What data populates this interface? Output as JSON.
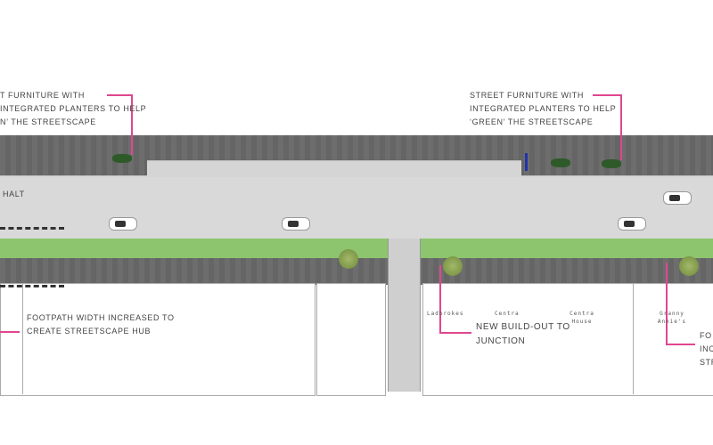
{
  "annotations": {
    "left_furniture": [
      "t Furniture with",
      "integrated planters to help",
      "n’ the streetscape"
    ],
    "right_furniture": [
      "Street Furniture with",
      "integrated planters to help",
      "‘green’ the streetscape"
    ],
    "halt": "Halt",
    "footpath_left": [
      "Footpath width increased to",
      "create streetscape hub"
    ],
    "build_out": [
      "New build-out to",
      "junction"
    ],
    "footpath_right": [
      "Fo",
      "inc",
      "str"
    ]
  },
  "shops": [
    {
      "name": "Ladbrokes"
    },
    {
      "name": "Centra"
    },
    {
      "name": "Centra House"
    },
    {
      "name": "Granny Annie's"
    }
  ],
  "colors": {
    "callout": "#e0468f",
    "grass": "#8cc56e",
    "road": "#d9d9d9",
    "pavement": "#a5a5a5"
  }
}
